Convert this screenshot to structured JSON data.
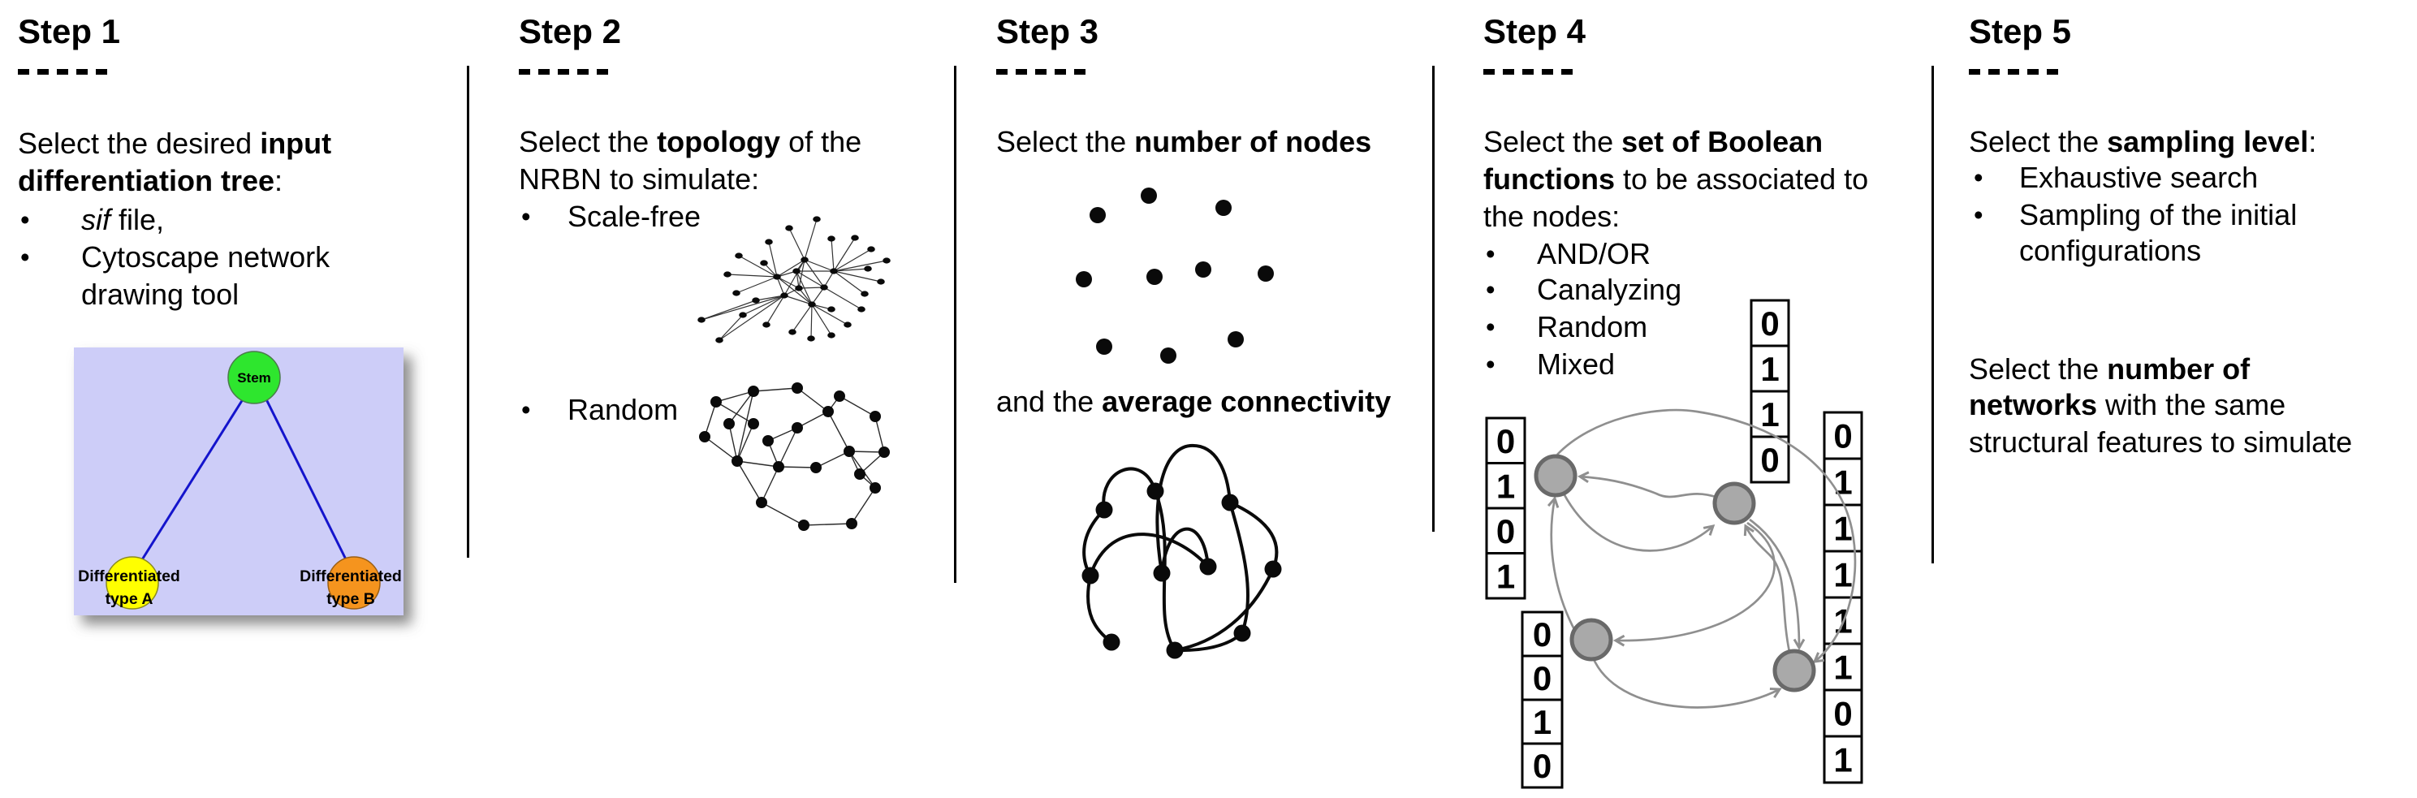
{
  "ui": {
    "bullet": "•"
  },
  "colors": {
    "text": "#000000",
    "divider": "#000000",
    "tree_background": "#cdcdf8",
    "stem_green": "#2ee62e",
    "type_a_yellow": "#ffff00",
    "type_b_orange": "#f5941e",
    "tree_edge_blue": "#1414cc",
    "node_gray": "#a9a9a9",
    "arrow_gray": "#8f8f8f"
  },
  "step1": {
    "title": "Step 1",
    "intro_l1a": "Select the desired ",
    "intro_l1b": "input",
    "intro_l2a": "differentiation tree",
    "intro_l2b": ":",
    "bullet1_italic": "sif",
    "bullet1_rest": " file,",
    "bullet2_l1": "Cytoscape network",
    "bullet2_l2": "drawing tool",
    "tree": {
      "stem": "Stem",
      "type_a_line1": "Differentiated",
      "type_a_line2": "type A",
      "type_b_line1": "Differentiated",
      "type_b_line2": "type B"
    }
  },
  "step2": {
    "title": "Step 2",
    "intro_l1a": "Select the ",
    "intro_l1b": "topology",
    "intro_l1c": " of the",
    "intro_l2": "NRBN to simulate:",
    "bullet1": "Scale-free",
    "bullet2": "Random"
  },
  "step3": {
    "title": "Step 3",
    "line1a": "Select the ",
    "line1b": "number of nodes",
    "line2a": "and the ",
    "line2b": "average connectivity"
  },
  "step4": {
    "title": "Step 4",
    "intro_l1a": "Select the ",
    "intro_l1b": "set of Boolean",
    "intro_l2a": "functions",
    "intro_l2b": " to be associated to",
    "intro_l3": "the nodes:",
    "bullets": [
      "AND/OR",
      "Canalyzing",
      "Random",
      "Mixed"
    ],
    "tables": {
      "left": {
        "values": [
          "0",
          "1",
          "0",
          "1"
        ]
      },
      "top": {
        "values": [
          "0",
          "1",
          "1",
          "0"
        ]
      },
      "bottom_left": {
        "values": [
          "0",
          "0",
          "1",
          "0"
        ]
      },
      "right": {
        "values": [
          "0",
          "1",
          "1",
          "1",
          "1",
          "1",
          "0",
          "1"
        ]
      }
    }
  },
  "step5": {
    "title": "Step 5",
    "para1_l1a": "Select the ",
    "para1_l1b": "sampling level",
    "para1_l1c": ":",
    "bullet1": "Exhaustive search",
    "bullet2_l1": "Sampling of the initial",
    "bullet2_l2": "configurations",
    "para2_l1a": "Select the ",
    "para2_l1b": "number of",
    "para2_l2a": "networks",
    "para2_l2b": " with the same",
    "para2_l3": "structural features to simulate"
  }
}
